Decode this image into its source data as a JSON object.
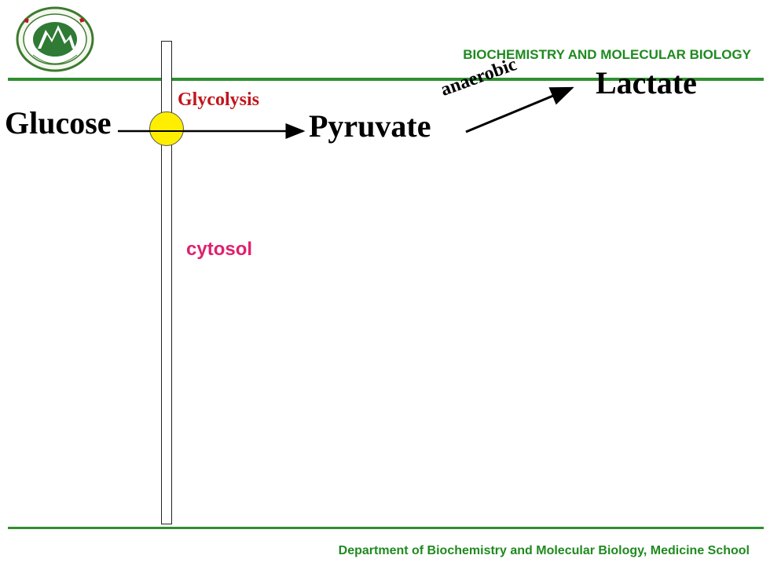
{
  "header": {
    "title": "BIOCHEMISTRY  AND MOLECULAR BIOLOGY"
  },
  "footer": {
    "department": "Department  of Biochemistry and Molecular Biology, Medicine School"
  },
  "diagram": {
    "substrate": "Glucose",
    "process": "Glycolysis",
    "product": "Pyruvate",
    "condition": "anaerobic",
    "end_product": "Lactate",
    "compartment": "cytosol"
  },
  "colors": {
    "brand_green": "#1f8a1f",
    "rule_green": "#2f8f2f",
    "process_red": "#c0151c",
    "compartment_pink": "#e0206e",
    "transporter_yellow": "#ffee00"
  },
  "icons": {
    "logo": "university-seal-icon"
  }
}
